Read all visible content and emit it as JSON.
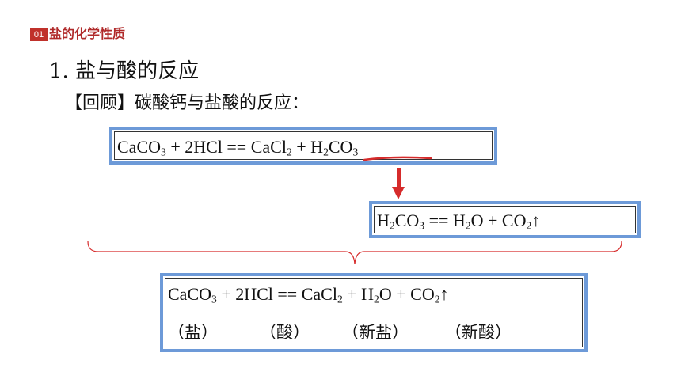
{
  "section": {
    "badge": "01",
    "title": "盐的化学性质"
  },
  "heading": "1. 盐与酸的反应",
  "review": "【回顾】碳酸钙与盐酸的反应：",
  "eq1": {
    "caco": "CaCO",
    "sub3a": "3",
    "mid": " + 2HCl == CaCl",
    "sub2": "2",
    "plus": " + ",
    "h": "H",
    "sub2b": "2",
    "co": "CO",
    "sub3b": "3"
  },
  "eq2": {
    "h": "H",
    "sub2a": "2",
    "co": "CO",
    "sub3": "3",
    "mid": " == H",
    "sub2b": "2",
    "o": "O + CO",
    "sub2c": "2",
    "arrow": "↑"
  },
  "eq3": {
    "caco": "CaCO",
    "sub3": "3",
    "mid": " + 2HCl == CaCl",
    "sub2a": "2",
    "plus": " + H",
    "sub2b": "2",
    "o": "O + CO",
    "sub2c": "2",
    "arrow": "↑"
  },
  "names": [
    "（盐）",
    "（酸）",
    "（新盐）",
    "（新酸）"
  ],
  "colors": {
    "accent_red": "#d62b2b",
    "box_blue": "#6d9ad8",
    "badge_red": "#c0312b"
  }
}
